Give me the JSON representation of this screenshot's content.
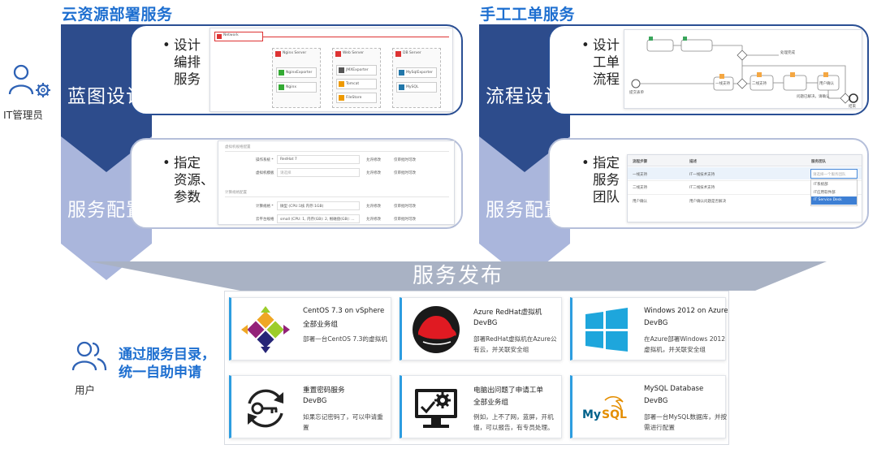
{
  "left_column": {
    "title": "云资源部署服务",
    "blueprint_label": "蓝图设计",
    "blueprint_bullet": [
      "设计",
      "编排",
      "服务"
    ],
    "config_label": "服务配置",
    "config_bullet": [
      "指定",
      "资源、",
      "参数"
    ],
    "blueprint_mock": {
      "network_label": "Network",
      "servers": [
        {
          "name": "Nginx Server",
          "items": [
            "NginxExporter",
            "Nginx"
          ]
        },
        {
          "name": "Web Server",
          "items": [
            "JMXExporter",
            "Tomcat",
            "FileStore"
          ]
        },
        {
          "name": "DB Server",
          "items": [
            "MySqlExporter",
            "MySQL"
          ]
        }
      ]
    },
    "config_mock": {
      "section1": "虚拟机规格配置",
      "section2": "计算规格配置",
      "rows": [
        {
          "label": "操作系统 *",
          "value": "RedHat 7",
          "opt1": "允许修改",
          "opt2": "仅审批时可改"
        },
        {
          "label": "虚拟机模板",
          "value": "请选择",
          "opt1": "允许修改",
          "opt2": "仅审批时可改"
        },
        {
          "label": "计算规格 *",
          "value": "微型 (CPU:1核 内存:1GB)",
          "opt1": "允许修改",
          "opt2": "仅审批时可改"
        },
        {
          "label": "云平台规格",
          "value": "small (CPU: 1, 内存(GB): 2, 根磁盘(GB): ...",
          "opt1": "允许修改",
          "opt2": "仅审批时可改"
        }
      ]
    }
  },
  "right_column": {
    "title": "手工工单服务",
    "flow_label": "流程设计",
    "flow_bullet": [
      "设计",
      "工单",
      "流程"
    ],
    "config_label": "服务配置",
    "config_bullet": [
      "指定",
      "服务",
      "团队"
    ],
    "flow_mock": {
      "nodes": [
        "提交表单",
        "一线支持",
        "二线支持",
        "用户确认",
        "结束"
      ],
      "notes": [
        "处理完成",
        "问题已解决，请确认"
      ]
    },
    "team_mock": {
      "headers": [
        "流程步骤",
        "描述",
        "服务团队"
      ],
      "rows": [
        {
          "step": "一线支持",
          "desc": "IT一线技术支持"
        },
        {
          "step": "二线支持",
          "desc": "IT二线技术支持"
        },
        {
          "step": "用户确认",
          "desc": "用户确认问题是否解决"
        }
      ],
      "select_placeholder": "请选择一个服务团队",
      "options": [
        "IT系统部",
        "IT应用软件部",
        "IT Service Desk"
      ]
    }
  },
  "admin_label": "IT管理员",
  "release_label": "服务发布",
  "user": {
    "label": "用户",
    "cta": [
      "通过服务目录，",
      "统一自助申请"
    ]
  },
  "cards": [
    {
      "title": "CentOS 7.3 on vSphere",
      "subtitle": "全部业务组",
      "desc": "部署一台CentOS 7.3的虚拟机",
      "logo": "centos-logo"
    },
    {
      "title": "Azure RedHat虚拟机",
      "subtitle": "DevBG",
      "desc": "部署RedHat虚拟机在Azure公有云，并关联安全组",
      "logo": "redhat-logo"
    },
    {
      "title": "Windows 2012 on Azure",
      "subtitle": "DevBG",
      "desc": "在Azure部署Windows 2012虚拟机，并关联安全组",
      "logo": "windows-logo"
    },
    {
      "title": "重置密码服务",
      "subtitle": "DevBG",
      "desc": "如果忘记密码了，可以申请重置",
      "logo": "password-reset-logo"
    },
    {
      "title": "电脑出问题了申请工单",
      "subtitle": "全部业务组",
      "desc": "例如，上不了网，蓝屏，开机慢，可以报告，有专员处理。",
      "logo": "computer-repair-logo"
    },
    {
      "title": "MySQL Database",
      "subtitle": "DevBG",
      "desc": "部署一台MySQL数据库，并按需进行配置",
      "logo": "mysql-logo"
    }
  ],
  "colors": {
    "dark_blue": "#2d4c8c",
    "light_blue": "#aab6dc",
    "release_gray": "#a9b2c4",
    "title_blue": "#1e6fd0",
    "card_accent": "#2d9de0"
  }
}
